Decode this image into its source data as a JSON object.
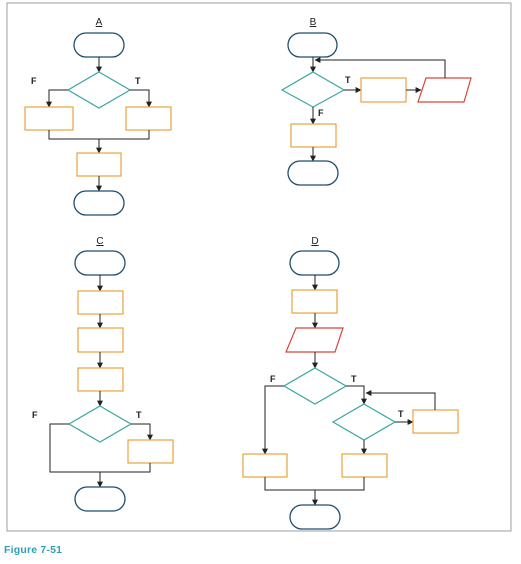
{
  "figure": {
    "caption": "Figure 7-51"
  },
  "colors": {
    "frame": "#9aa0a6",
    "terminal": "#1f4e6e",
    "process": "#e8a33c",
    "decision": "#3aa6a0",
    "io": "#d9453c",
    "line": "#222222",
    "caption": "#2e9fb4"
  },
  "diagrams": [
    {
      "id": "A",
      "title": "A",
      "branch_false": "F",
      "branch_true": "T",
      "shapes": [
        "terminal",
        "decision",
        "process",
        "process",
        "process",
        "terminal"
      ]
    },
    {
      "id": "B",
      "title": "B",
      "branch_false": "F",
      "branch_true": "T",
      "shapes": [
        "terminal",
        "decision",
        "process",
        "input-output",
        "process",
        "terminal"
      ]
    },
    {
      "id": "C",
      "title": "C",
      "branch_false": "F",
      "branch_true": "T",
      "shapes": [
        "terminal",
        "process",
        "process",
        "process",
        "decision",
        "process",
        "terminal"
      ]
    },
    {
      "id": "D",
      "title": "D",
      "branch_false": "F",
      "branch_true": "T",
      "inner_branch_true": "T",
      "shapes": [
        "terminal",
        "process",
        "input-output",
        "decision",
        "decision",
        "process",
        "process",
        "process",
        "terminal"
      ]
    }
  ]
}
